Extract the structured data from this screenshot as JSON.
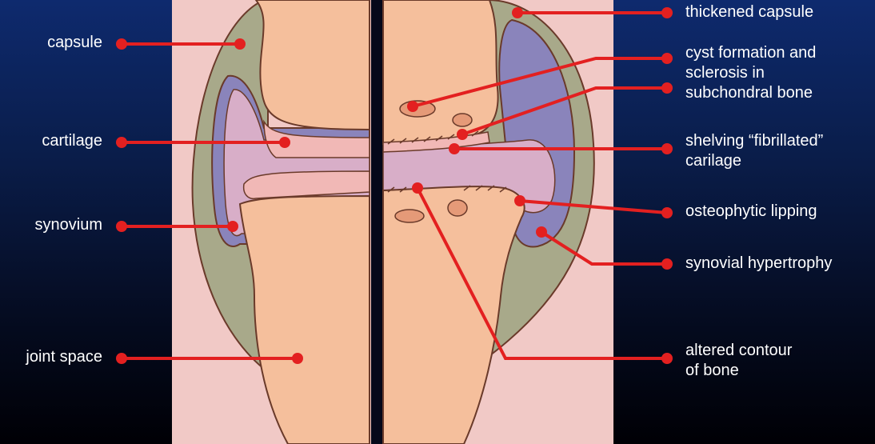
{
  "diagram": {
    "colors": {
      "background_top": "#0e2a6e",
      "background_bottom": "#000005",
      "panel": "#f1c9c6",
      "bone": "#f5bf9c",
      "capsule": "#a8a98a",
      "synovium": "#8a84bb",
      "cartilage": "#f1b8b6",
      "joint_space": "#d8aec8",
      "outline": "#6a3a2a",
      "leader": "#e32020",
      "label_text": "#ffffff"
    },
    "left_labels": [
      {
        "text": "capsule"
      },
      {
        "text": "cartilage"
      },
      {
        "text": "synovium"
      },
      {
        "text": "joint space"
      }
    ],
    "right_labels": [
      {
        "text": "thickened capsule"
      },
      {
        "text": "cyst formation and"
      },
      {
        "text": "sclerosis in"
      },
      {
        "text": "subchondral bone"
      },
      {
        "text": "shelving “fibrillated”"
      },
      {
        "text": "carilage"
      },
      {
        "text": "osteophytic lipping"
      },
      {
        "text": "synovial hypertrophy"
      },
      {
        "text": "altered contour"
      },
      {
        "text": "of bone"
      }
    ]
  }
}
